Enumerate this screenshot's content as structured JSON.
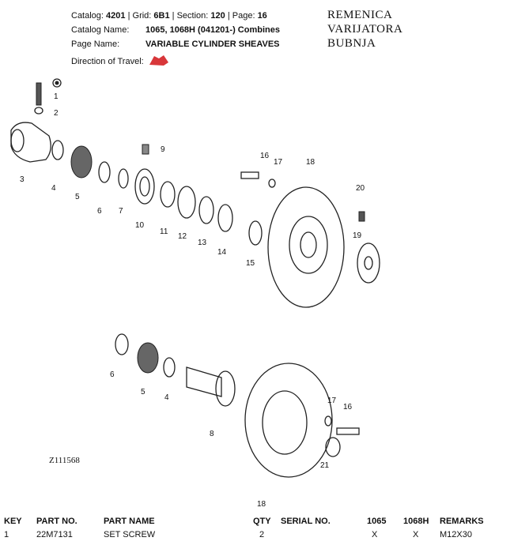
{
  "header": {
    "catalog_label": "Catalog:",
    "catalog": "4201",
    "grid_label": "Grid:",
    "grid": "6B1",
    "section_label": "Section:",
    "section": "120",
    "page_label": "Page:",
    "page": "16",
    "catalog_name_label": "Catalog Name:",
    "catalog_name": "1065, 1068H (041201-) Combines",
    "page_name_label": "Page Name:",
    "page_name": "VARIABLE CYLINDER SHEAVES",
    "direction_label": "Direction of Travel:"
  },
  "handwritten_note": [
    "REMENICA",
    "VARIJATORA",
    "BUBNJA"
  ],
  "diagram": {
    "figure_id": "Z111568",
    "callouts_top": [
      "1",
      "2",
      "3",
      "4",
      "5",
      "6",
      "7",
      "9",
      "10",
      "11",
      "12",
      "13",
      "14",
      "15",
      "16",
      "17",
      "18",
      "19",
      "20"
    ],
    "callouts_bottom": [
      "6",
      "5",
      "4",
      "8",
      "18",
      "17",
      "16",
      "21"
    ]
  },
  "table": {
    "columns": [
      "KEY",
      "PART NO.",
      "PART NAME",
      "QTY",
      "SERIAL NO.",
      "1065",
      "1068H",
      "REMARKS"
    ],
    "rows": [
      {
        "key": "1",
        "part_no": "22M7131",
        "part_name": "SET SCREW",
        "qty": "2",
        "serial": "",
        "m1065": "X",
        "m1068h": "X",
        "remarks": "M12X30"
      }
    ]
  }
}
